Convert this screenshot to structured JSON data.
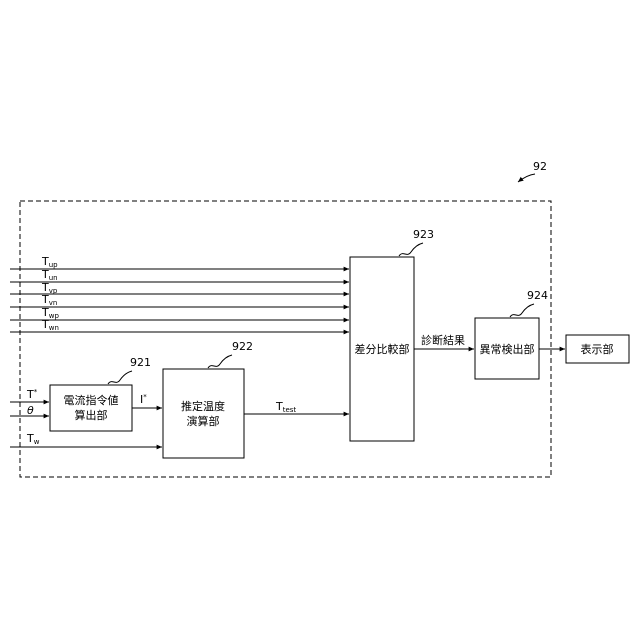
{
  "figure_ref": "92",
  "inputs": {
    "tup": {
      "main": "T",
      "sub": "up"
    },
    "tun": {
      "main": "T",
      "sub": "un"
    },
    "tvp": {
      "main": "T",
      "sub": "vp"
    },
    "tvn": {
      "main": "T",
      "sub": "vn"
    },
    "twp": {
      "main": "T",
      "sub": "wp"
    },
    "twn": {
      "main": "T",
      "sub": "wn"
    },
    "tstar": {
      "main": "T",
      "sup": "*"
    },
    "theta": "θ",
    "tw": {
      "main": "T",
      "sub": "w"
    }
  },
  "signals": {
    "istar": {
      "main": "I",
      "sup": "*"
    },
    "ttest": {
      "main": "T",
      "sub": "test"
    },
    "diag_result": "診断結果"
  },
  "blocks": {
    "b921": {
      "ref": "921",
      "line1": "電流指令値",
      "line2": "算出部"
    },
    "b922": {
      "ref": "922",
      "line1": "推定温度",
      "line2": "演算部"
    },
    "b923": {
      "ref": "923",
      "line1": "差分比較部"
    },
    "b924": {
      "ref": "924",
      "line1": "異常検出部"
    },
    "display": {
      "line1": "表示部"
    }
  }
}
